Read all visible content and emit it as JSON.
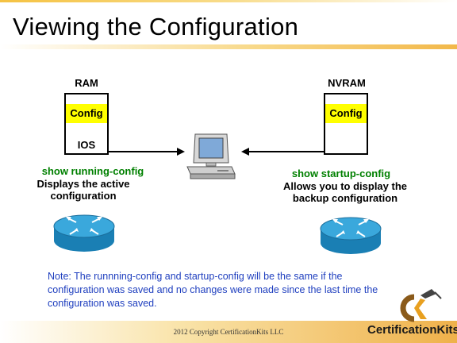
{
  "slide": {
    "title": "Viewing the Configuration",
    "note": "Note: The runnning-config and startup-config will be the same if the configuration was saved and no changes were made since the last time the configuration was saved.",
    "copyright": "2012 Copyright CertificationKits LLC",
    "logo_text": "CertificationKits"
  },
  "ram": {
    "label": "RAM",
    "config_label": "Config",
    "ios_label": "IOS",
    "command": "show running-config",
    "description_line1": "Displays the active",
    "description_line2": "configuration"
  },
  "nvram": {
    "label": "NVRAM",
    "config_label": "Config",
    "command": "show startup-config",
    "description_line1": "Allows you to display the",
    "description_line2": "backup configuration"
  },
  "colors": {
    "config_highlight": "#ffff00",
    "command_text": "#008000",
    "note_text": "#1f3fbf",
    "router_blue": "#1f8fc7",
    "accent_gold": "#efb14a"
  },
  "icons": {
    "computer": "desktop-computer-icon",
    "router_left": "router-icon",
    "router_right": "router-icon",
    "logo": "certificationkits-logo-icon"
  }
}
